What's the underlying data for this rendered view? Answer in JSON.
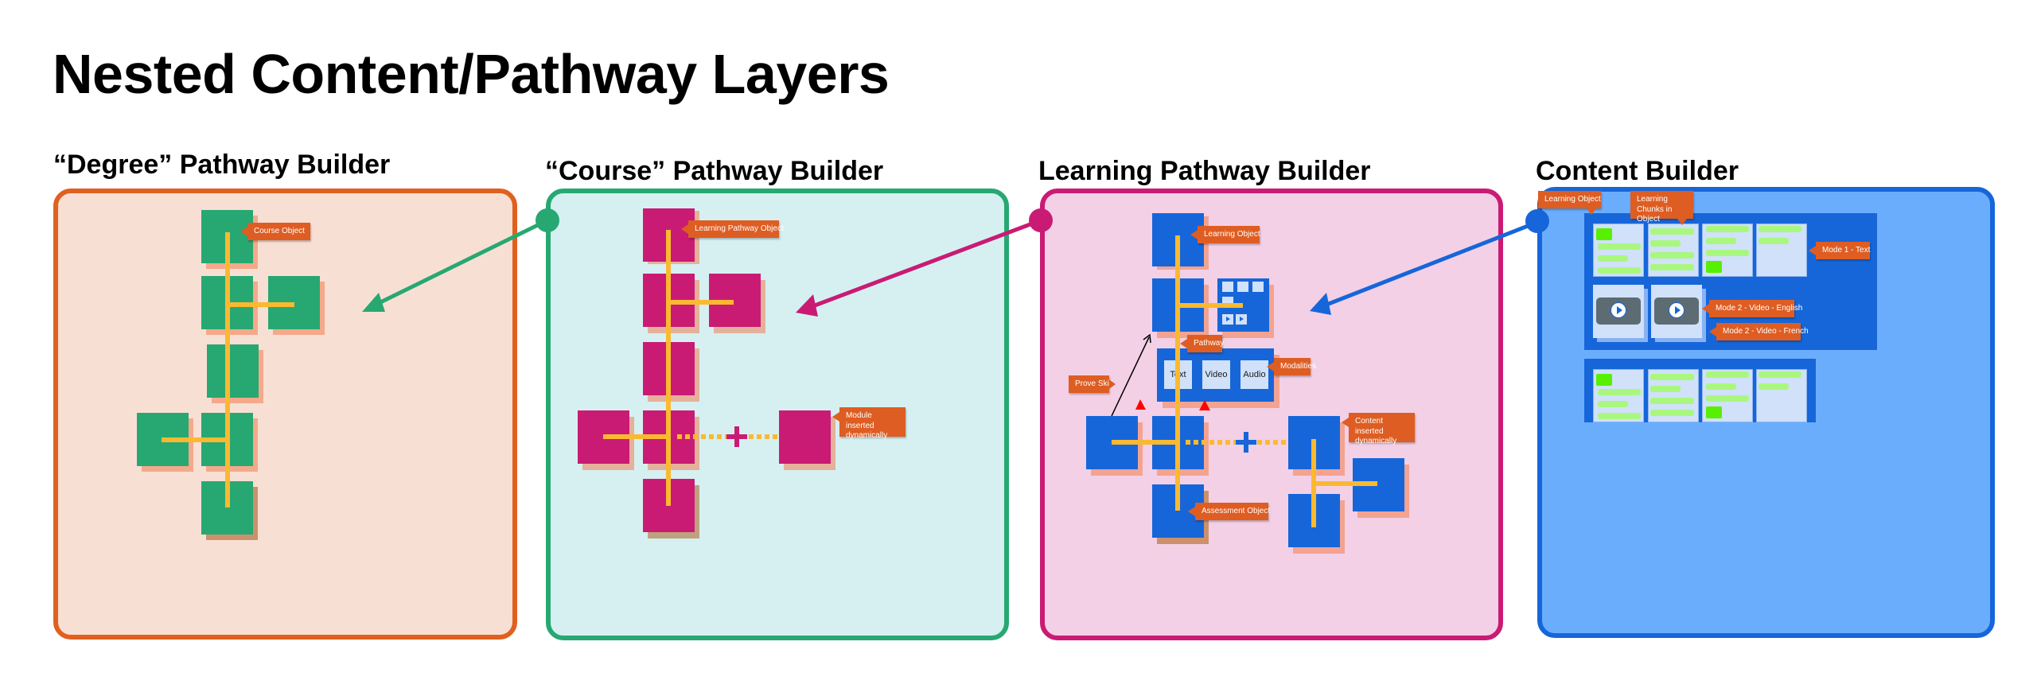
{
  "title": "Nested Content/Pathway Layers",
  "colors": {
    "orange": "#E0601F",
    "green": "#27A872",
    "magenta": "#C91B74",
    "blue": "#1666DA",
    "callout": "#DE5D22",
    "spine": "#FBB930",
    "red_marker": "#FF0000"
  },
  "panels": [
    {
      "id": "degree",
      "title": "“Degree” Pathway Builder",
      "object_color": "#27A872",
      "callouts": [
        "Course Object"
      ]
    },
    {
      "id": "course",
      "title": "“Course” Pathway Builder",
      "object_color": "#C91B74",
      "callouts": [
        "Learning Pathway Object",
        "Module inserted dynamically"
      ]
    },
    {
      "id": "learning",
      "title": "Learning Pathway Builder",
      "object_color": "#1666DA",
      "callouts": [
        "Learning Object",
        "Pathway",
        "Modalities",
        "Prove Skill",
        "Content inserted dynamically",
        "Assessment Object"
      ],
      "modalities": [
        "Text",
        "Video",
        "Audio"
      ]
    },
    {
      "id": "content",
      "title": "Content Builder",
      "object_color": "#1666DA",
      "callouts": [
        "Learning Object",
        "Learning Chunks in Object",
        "Mode 1 - Text",
        "Mode 2 - Video - English",
        "Mode 2 - Video - French"
      ]
    }
  ],
  "connectors": [
    {
      "from": "course",
      "to": "degree",
      "color": "#27A872"
    },
    {
      "from": "learning",
      "to": "course",
      "color": "#C91B74"
    },
    {
      "from": "content",
      "to": "learning",
      "color": "#1666DA"
    }
  ]
}
